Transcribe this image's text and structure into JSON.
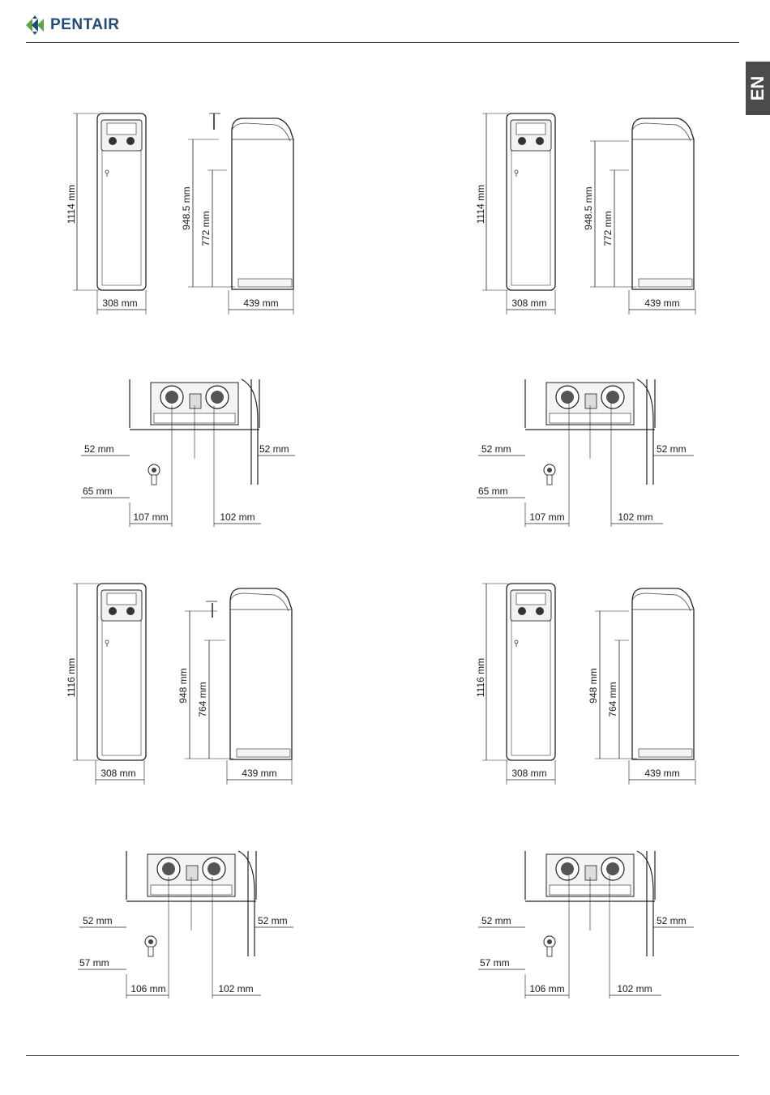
{
  "header": {
    "brand": "PENTAIR"
  },
  "language_tab": "EN",
  "brand_colors": {
    "blue": "#1e4b7a",
    "green": "#5aa646"
  },
  "diagrams": {
    "d1": {
      "height": "1114 mm",
      "width_front": "308 mm",
      "height_inlet": "948.5 mm",
      "height_drain": "772 mm",
      "width_side": "439 mm"
    },
    "d2": {
      "height": "1114 mm",
      "width_front": "308 mm",
      "height_inlet": "948.5 mm",
      "height_drain": "772 mm",
      "width_side": "439 mm"
    },
    "d3": {
      "left_offset": "52 mm",
      "right_offset": "52 mm",
      "drain_offset": "65 mm",
      "left_dist": "107 mm",
      "right_dist": "102 mm"
    },
    "d4": {
      "left_offset": "52 mm",
      "right_offset": "52 mm",
      "drain_offset": "65 mm",
      "left_dist": "107 mm",
      "right_dist": "102 mm"
    },
    "d5": {
      "height": "1116 mm",
      "width_front": "308 mm",
      "height_inlet": "948 mm",
      "height_drain": "764 mm",
      "width_side": "439 mm"
    },
    "d6": {
      "height": "1116 mm",
      "width_front": "308 mm",
      "height_inlet": "948 mm",
      "height_drain": "764 mm",
      "width_side": "439 mm"
    },
    "d7": {
      "left_offset": "52 mm",
      "right_offset": "52 mm",
      "drain_offset": "57 mm",
      "left_dist": "106 mm",
      "right_dist": "102 mm"
    },
    "d8": {
      "left_offset": "52 mm",
      "right_offset": "52 mm",
      "drain_offset": "57 mm",
      "left_dist": "106 mm",
      "right_dist": "102 mm"
    }
  }
}
